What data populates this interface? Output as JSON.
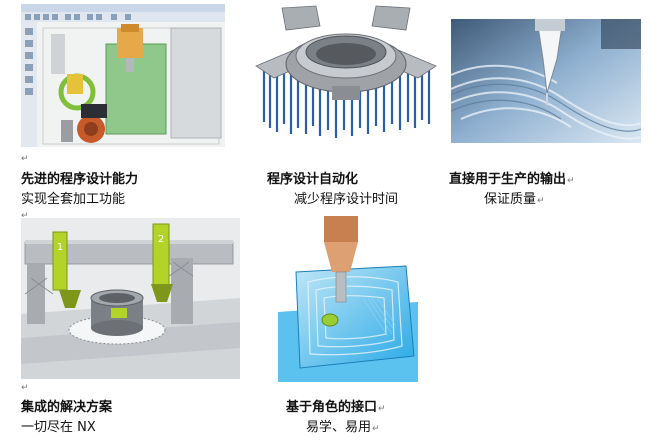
{
  "para_mark": "↵",
  "features": [
    {
      "title": "先进的程序设计能力",
      "subtitle": "实现全套加工功能"
    },
    {
      "title": "程序设计自动化",
      "subtitle": "减少程序设计时间"
    },
    {
      "title": "直接用于生产的输出",
      "subtitle": "保证质量"
    },
    {
      "title": "集成的解决方案",
      "subtitle": "一切尽在 NX"
    },
    {
      "title": "基于角色的接口",
      "subtitle": "易学、易用"
    }
  ],
  "gantry_labels": [
    "1",
    "2"
  ],
  "colors": {
    "cad_bg": "#f1f2f2",
    "toolbar": "#dfe6ef",
    "machine_green": "#90c78a",
    "column_blue": "#2a5ea8",
    "fixture_gray": "#9fa3a8",
    "metal_blue": "#8fb0d0",
    "gantry_lime": "#b4d329",
    "pocket_cyan": "#2aa9e6",
    "tool_copper": "#c98050"
  }
}
